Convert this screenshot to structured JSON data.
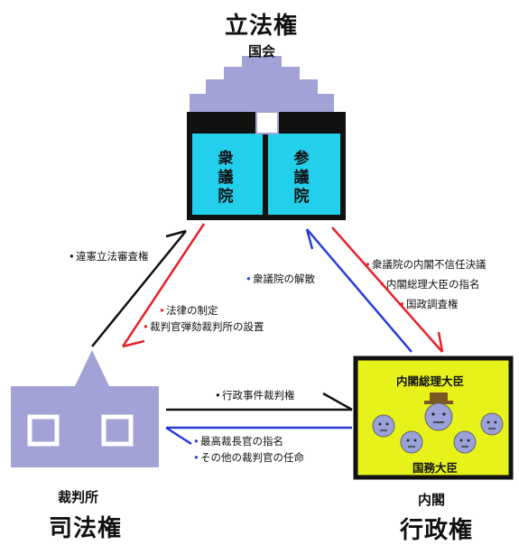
{
  "legislative": {
    "power": "立法権",
    "body": "国会",
    "house_left": "衆議院",
    "house_right": "参議院"
  },
  "executive": {
    "power": "行政権",
    "body": "内閣",
    "prime_minister": "内閣総理大臣",
    "ministers": "国務大臣"
  },
  "judicial": {
    "power": "司法権",
    "body": "裁判所"
  },
  "relations": {
    "judicial_to_diet": "違憲立法審査権",
    "diet_to_judicial": [
      "法律の制定",
      "裁判官弾劾裁判所の設置"
    ],
    "cabinet_to_diet": "衆議院の解散",
    "diet_to_cabinet": [
      "衆議院の内閣不信任決議",
      "内閣総理大臣の指名",
      "国政調査権"
    ],
    "judicial_to_cabinet": "行政事件裁判権",
    "cabinet_to_judicial": [
      "最高裁長官の指名",
      "その他の裁判官の任命"
    ]
  },
  "colors": {
    "house_fill": "#22d0ec",
    "building": "#a2a2d6",
    "cabinet_fill": "#e6f21a",
    "red_arrow": "#e8202a",
    "blue_arrow": "#2a3ad8",
    "black_arrow": "#111111"
  }
}
